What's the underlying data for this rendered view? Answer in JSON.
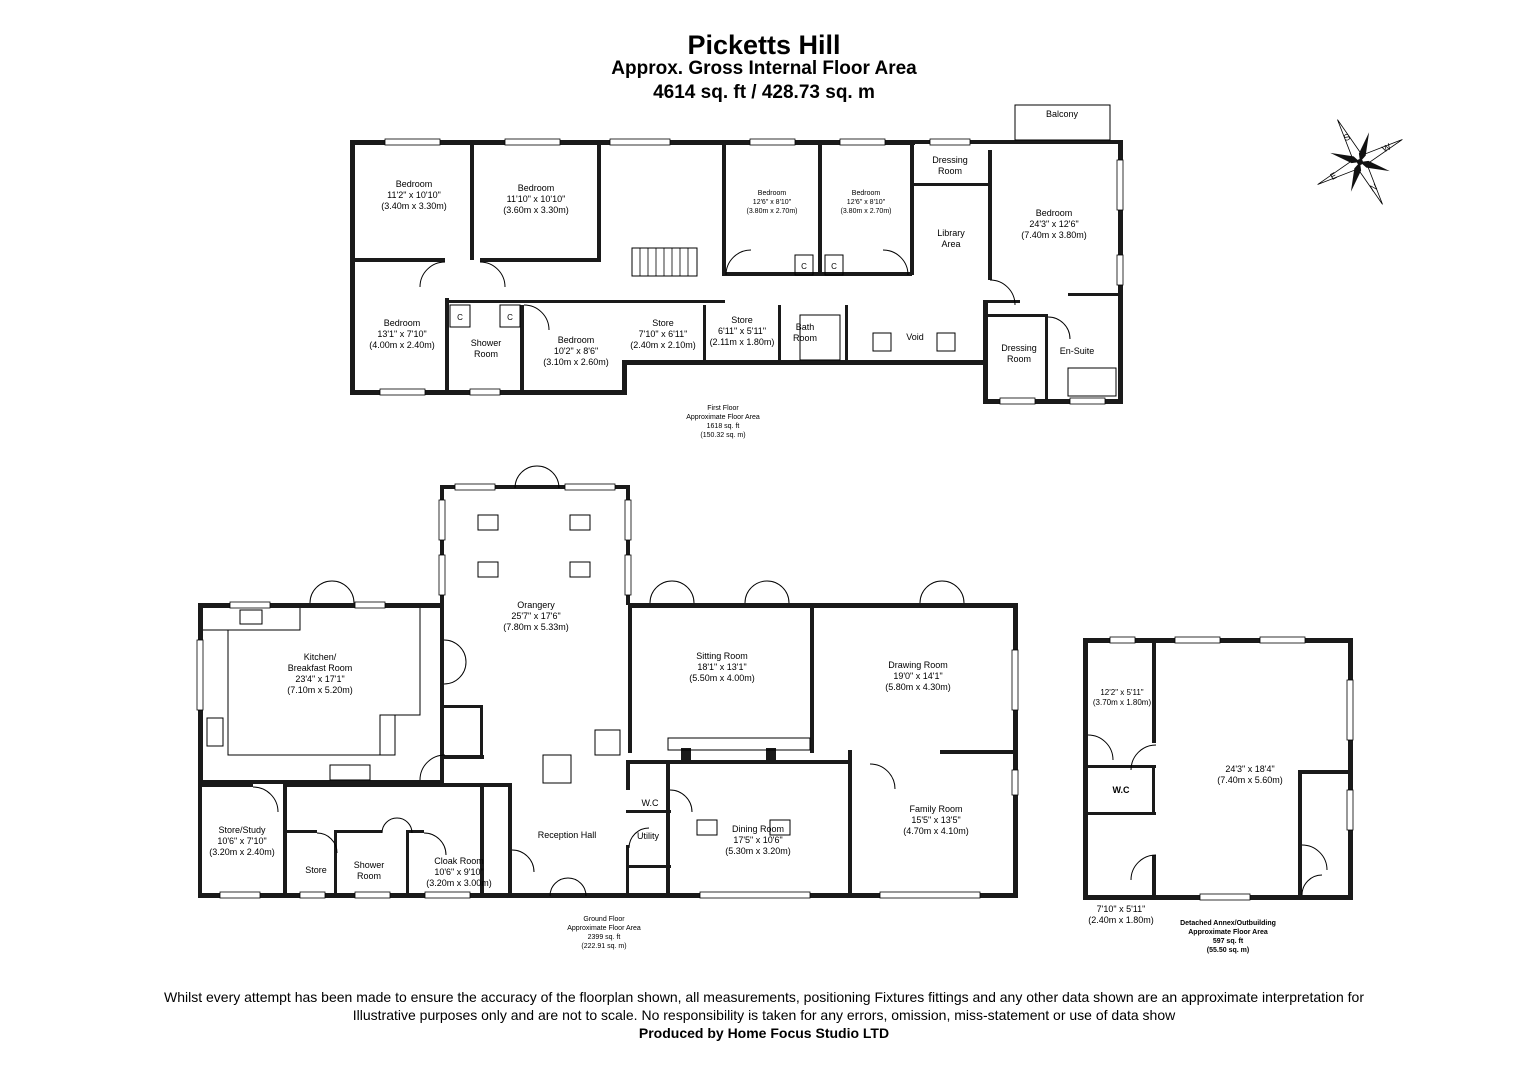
{
  "header": {
    "title": "Picketts Hill",
    "subtitle": "Approx. Gross Internal Floor Area",
    "total_area": "4614 sq. ft / 428.73 sq. m"
  },
  "compass": {
    "n": "N",
    "s": "S",
    "e": "E",
    "w": "W"
  },
  "first_floor": {
    "summary": [
      "First Floor",
      "Approximate Floor Area",
      "1618 sq. ft",
      "(150.32 sq. m)"
    ],
    "rooms": {
      "bed1": [
        "Bedroom",
        "11'2\" x 10'10\"",
        "(3.40m x 3.30m)"
      ],
      "bed2": [
        "Bedroom",
        "11'10\" x 10'10\"",
        "(3.60m x 3.30m)"
      ],
      "bed3": [
        "Bedroom",
        "12'6\" x 8'10\"",
        "(3.80m x 2.70m)"
      ],
      "bed4": [
        "Bedroom",
        "12'6\" x 8'10\"",
        "(3.80m x 2.70m)"
      ],
      "dressing1": [
        "Dressing",
        "Room"
      ],
      "balcony": [
        "Balcony"
      ],
      "library": [
        "Library",
        "Area"
      ],
      "master": [
        "Bedroom",
        "24'3\" x 12'6\"",
        "(7.40m x 3.80m)"
      ],
      "bed5": [
        "Bedroom",
        "13'1\" x 7'10\"",
        "(4.00m x 2.40m)"
      ],
      "shower": [
        "Shower",
        "Room"
      ],
      "bed6": [
        "Bedroom",
        "10'2\" x 8'6\"",
        "(3.10m x 2.60m)"
      ],
      "store1": [
        "Store",
        "7'10\" x 6'11\"",
        "(2.40m x 2.10m)"
      ],
      "store2": [
        "Store",
        "6'11\" x 5'11\"",
        "(2.11m x 1.80m)"
      ],
      "bath": [
        "Bath",
        "Room"
      ],
      "void": [
        "Void"
      ],
      "dressing2": [
        "Dressing",
        "Room"
      ],
      "ensuite": [
        "En-Suite"
      ],
      "cupboard": "C"
    }
  },
  "ground_floor": {
    "summary": [
      "Ground Floor",
      "Approximate Floor Area",
      "2399 sq. ft",
      "(222.91 sq. m)"
    ],
    "rooms": {
      "orangery": [
        "Orangery",
        "25'7\" x 17'6\"",
        "(7.80m x 5.33m)"
      ],
      "kitchen": [
        "Kitchen/",
        "Breakfast Room",
        "23'4\" x 17'1\"",
        "(7.10m x 5.20m)"
      ],
      "sitting": [
        "Sitting Room",
        "18'1\" x 13'1\"",
        "(5.50m x 4.00m)"
      ],
      "drawing": [
        "Drawing Room",
        "19'0\" x 14'1\"",
        "(5.80m x 4.30m)"
      ],
      "store_study": [
        "Store/Study",
        "10'6\" x 7'10\"",
        "(3.20m x 2.40m)"
      ],
      "store": [
        "Store"
      ],
      "shower": [
        "Shower",
        "Room"
      ],
      "cloak": [
        "Cloak Room",
        "10'6\" x 9'10\"",
        "(3.20m x 3.00m)"
      ],
      "reception": [
        "Reception Hall"
      ],
      "wc": [
        "W.C"
      ],
      "utility": [
        "Utility"
      ],
      "dining": [
        "Dining Room",
        "17'5\" x 10'6\"",
        "(5.30m x 3.20m)"
      ],
      "family": [
        "Family Room",
        "15'5\" x 13'5\"",
        "(4.70m x 4.10m)"
      ]
    }
  },
  "annex": {
    "summary": [
      "Detached Annex/Outbuilding",
      "Approximate Floor Area",
      "597 sq. ft",
      "(55.50 sq. m)"
    ],
    "rooms": {
      "small_top": [
        "12'2\" x 5'11\"",
        "(3.70m x 1.80m)"
      ],
      "main": [
        "24'3\" x 18'4\"",
        "(7.40m x 5.60m)"
      ],
      "wc": [
        "W.C"
      ],
      "small_bottom": [
        "7'10\" x 5'11\"",
        "(2.40m x 1.80m)"
      ]
    }
  },
  "disclaimer": {
    "line1": "Whilst every attempt has been made to ensure the accuracy of the floorplan shown, all measurements, positioning Fixtures fittings and any other data shown are an approximate interpretation for",
    "line2": "Illustrative purposes only  and are not to scale. No responsibility is taken for any errors, omission, miss-statement or use of data show",
    "producer": "Produced by Home Focus Studio LTD"
  }
}
